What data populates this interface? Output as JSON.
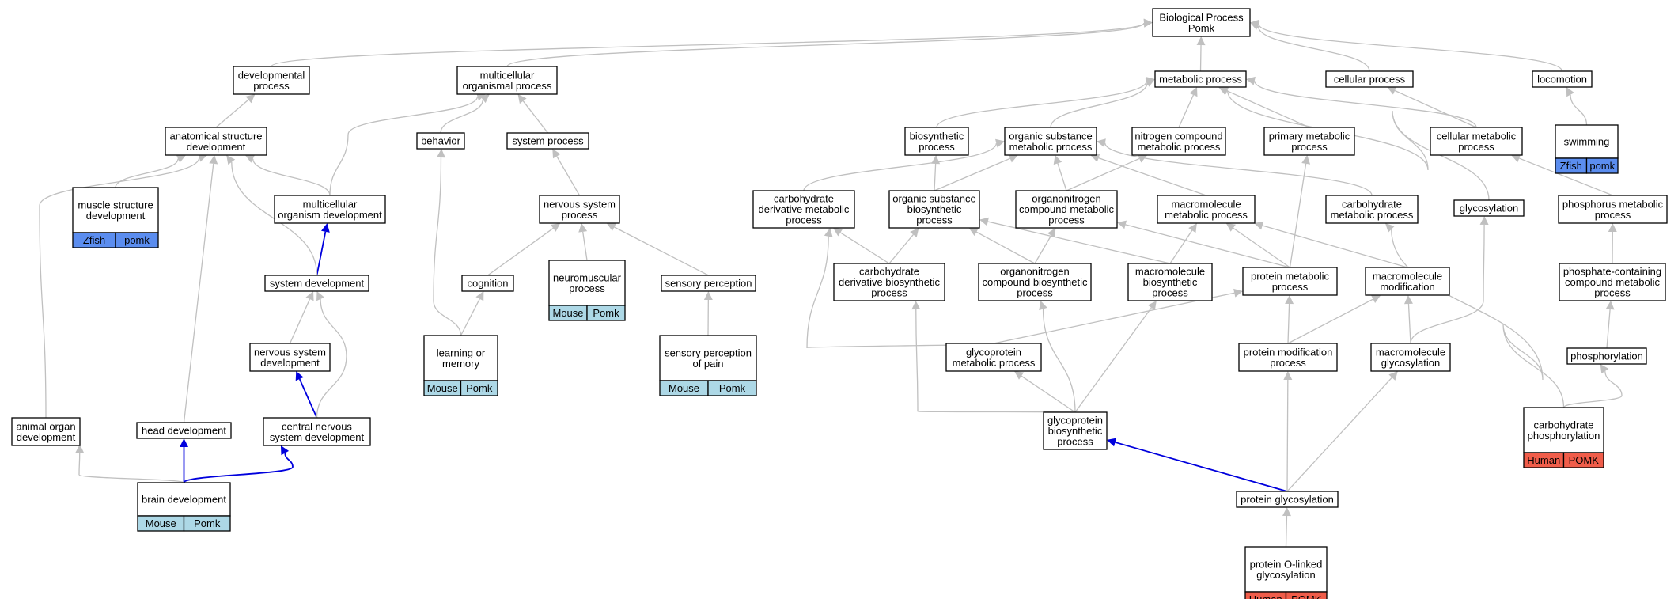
{
  "colors": {
    "mouse": "#add8e6",
    "zfish": "#5b8def",
    "human": "#f05d4a",
    "edge_gray": "#c0c0c0",
    "edge_blue": "#0000dd"
  },
  "nodes": [
    {
      "id": "bp",
      "lines": [
        "Biological Process",
        "Pomk"
      ]
    },
    {
      "id": "devproc",
      "lines": [
        "developmental",
        "process"
      ]
    },
    {
      "id": "multorgproc",
      "lines": [
        "multicellular",
        "organismal process"
      ]
    },
    {
      "id": "metproc",
      "lines": [
        "metabolic process"
      ]
    },
    {
      "id": "cellproc",
      "lines": [
        "cellular process"
      ]
    },
    {
      "id": "locomotion",
      "lines": [
        "locomotion"
      ]
    },
    {
      "id": "anatdev",
      "lines": [
        "anatomical structure",
        "development"
      ]
    },
    {
      "id": "behavior",
      "lines": [
        "behavior"
      ]
    },
    {
      "id": "sysproc",
      "lines": [
        "system process"
      ]
    },
    {
      "id": "biosyn",
      "lines": [
        "biosynthetic",
        "process"
      ]
    },
    {
      "id": "orgsubmet",
      "lines": [
        "organic substance",
        "metabolic process"
      ]
    },
    {
      "id": "nitromet",
      "lines": [
        "nitrogen compound",
        "metabolic process"
      ]
    },
    {
      "id": "primmet",
      "lines": [
        "primary metabolic",
        "process"
      ]
    },
    {
      "id": "cellmet",
      "lines": [
        "cellular metabolic",
        "process"
      ]
    },
    {
      "id": "swimming",
      "lines": [
        "swimming"
      ],
      "tags": [
        {
          "label": "Zfish",
          "color": "zfish"
        },
        {
          "label": "pomk",
          "color": "zfish"
        }
      ]
    },
    {
      "id": "musclestruct",
      "lines": [
        "muscle structure",
        "development"
      ],
      "tags": [
        {
          "label": "Zfish",
          "color": "zfish"
        },
        {
          "label": "pomk",
          "color": "zfish"
        }
      ]
    },
    {
      "id": "multorgdev",
      "lines": [
        "multicellular",
        "organism development"
      ]
    },
    {
      "id": "nervsysproc",
      "lines": [
        "nervous system",
        "process"
      ]
    },
    {
      "id": "carbderivmet",
      "lines": [
        "carbohydrate",
        "derivative metabolic",
        "process"
      ]
    },
    {
      "id": "orgsubbiosyn",
      "lines": [
        "organic substance",
        "biosynthetic",
        "process"
      ]
    },
    {
      "id": "organonitmet",
      "lines": [
        "organonitrogen",
        "compound metabolic",
        "process"
      ]
    },
    {
      "id": "macromet",
      "lines": [
        "macromolecule",
        "metabolic process"
      ]
    },
    {
      "id": "carbmet",
      "lines": [
        "carbohydrate",
        "metabolic process"
      ]
    },
    {
      "id": "glycosylation",
      "lines": [
        "glycosylation"
      ]
    },
    {
      "id": "phosmet",
      "lines": [
        "phosphorus metabolic",
        "process"
      ]
    },
    {
      "id": "sysdev",
      "lines": [
        "system development"
      ]
    },
    {
      "id": "cognition",
      "lines": [
        "cognition"
      ]
    },
    {
      "id": "neuromusc",
      "lines": [
        "neuromuscular",
        "process"
      ],
      "tags": [
        {
          "label": "Mouse",
          "color": "mouse"
        },
        {
          "label": "Pomk",
          "color": "mouse"
        }
      ]
    },
    {
      "id": "sensperc",
      "lines": [
        "sensory perception"
      ]
    },
    {
      "id": "carbderivbiosyn",
      "lines": [
        "carbohydrate",
        "derivative biosynthetic",
        "process"
      ]
    },
    {
      "id": "organonitbiosyn",
      "lines": [
        "organonitrogen",
        "compound biosynthetic",
        "process"
      ]
    },
    {
      "id": "macrobiosyn",
      "lines": [
        "macromolecule",
        "biosynthetic",
        "process"
      ]
    },
    {
      "id": "protmet",
      "lines": [
        "protein metabolic",
        "process"
      ]
    },
    {
      "id": "macromod",
      "lines": [
        "macromolecule",
        "modification"
      ]
    },
    {
      "id": "phoscont",
      "lines": [
        "phosphate-containing",
        "compound metabolic",
        "process"
      ]
    },
    {
      "id": "nervsysdev",
      "lines": [
        "nervous system",
        "development"
      ]
    },
    {
      "id": "learnmem",
      "lines": [
        "learning or",
        "memory"
      ],
      "tags": [
        {
          "label": "Mouse",
          "color": "mouse"
        },
        {
          "label": "Pomk",
          "color": "mouse"
        }
      ]
    },
    {
      "id": "sensperpain",
      "lines": [
        "sensory perception",
        "of pain"
      ],
      "tags": [
        {
          "label": "Mouse",
          "color": "mouse"
        },
        {
          "label": "Pomk",
          "color": "mouse"
        }
      ]
    },
    {
      "id": "glycoprotmet",
      "lines": [
        "glycoprotein",
        "metabolic process"
      ]
    },
    {
      "id": "protmod",
      "lines": [
        "protein modification",
        "process"
      ]
    },
    {
      "id": "macroglyco",
      "lines": [
        "macromolecule",
        "glycosylation"
      ]
    },
    {
      "id": "phosphorylation",
      "lines": [
        "phosphorylation"
      ]
    },
    {
      "id": "animorgdev",
      "lines": [
        "animal organ",
        "development"
      ]
    },
    {
      "id": "headdev",
      "lines": [
        "head development"
      ]
    },
    {
      "id": "cnsdev",
      "lines": [
        "central nervous",
        "system development"
      ]
    },
    {
      "id": "glycoprotbiosyn",
      "lines": [
        "glycoprotein",
        "biosynthetic",
        "process"
      ]
    },
    {
      "id": "carbphos",
      "lines": [
        "carbohydrate",
        "phosphorylation"
      ],
      "tags": [
        {
          "label": "Human",
          "color": "human"
        },
        {
          "label": "POMK",
          "color": "human"
        }
      ]
    },
    {
      "id": "braindev",
      "lines": [
        "brain development"
      ],
      "tags": [
        {
          "label": "Mouse",
          "color": "mouse"
        },
        {
          "label": "Pomk",
          "color": "mouse"
        }
      ]
    },
    {
      "id": "protglyco",
      "lines": [
        "protein glycosylation"
      ]
    },
    {
      "id": "protolinked",
      "lines": [
        "protein O-linked",
        "glycosylation"
      ],
      "tags": [
        {
          "label": "Human",
          "color": "human"
        },
        {
          "label": "POMK",
          "color": "human"
        }
      ]
    }
  ]
}
